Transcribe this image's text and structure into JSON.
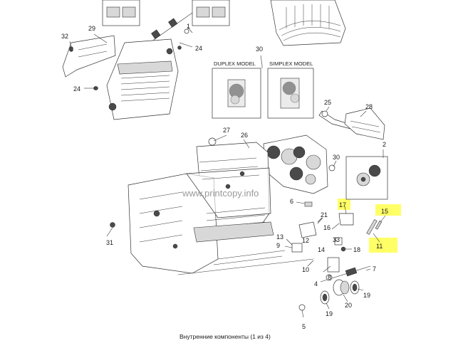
{
  "diagram": {
    "watermark": "www.printcopy.info",
    "caption": "Внутренние компоненты (1 из 4)",
    "box_labels": {
      "duplex": "DUPLEX MODEL",
      "simplex": "SIMPLEX MODEL"
    },
    "callouts": {
      "c1": "1",
      "c2": "2",
      "c4": "4",
      "c5": "5",
      "c6": "6",
      "c7": "7",
      "c8": "8",
      "c9": "9",
      "c10": "10",
      "c11": "11",
      "c12": "12",
      "c13": "13",
      "c14": "14",
      "c15": "15",
      "c16": "16",
      "c17": "17",
      "c18": "18",
      "c19a": "19",
      "c19b": "19",
      "c20": "20",
      "c21": "21",
      "c24a": "24",
      "c24b": "24",
      "c25": "25",
      "c26": "26",
      "c27": "27",
      "c28": "28",
      "c29": "29",
      "c30a": "30",
      "c30b": "30",
      "c31": "31",
      "c32": "32",
      "c33": "33"
    },
    "highlight_color": "#ffff66"
  }
}
